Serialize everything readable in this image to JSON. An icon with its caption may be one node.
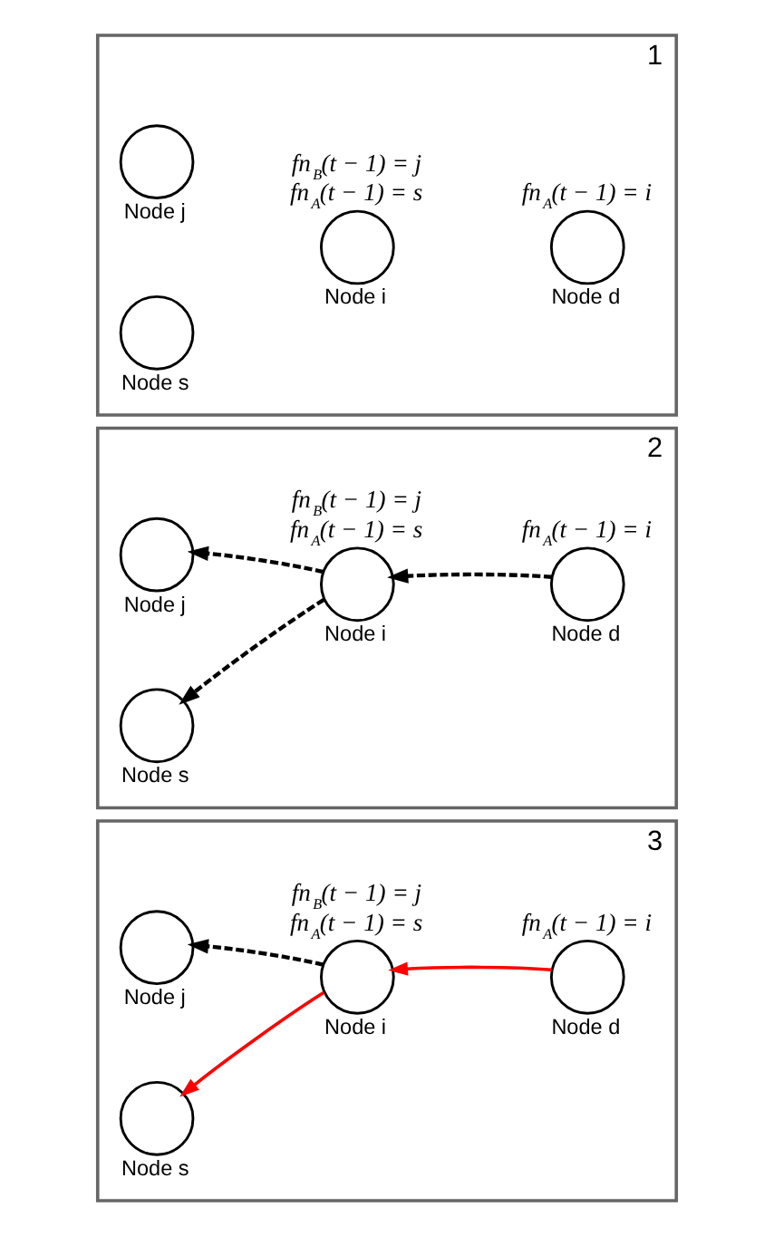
{
  "diagram": {
    "nodes": [
      {
        "text": [
          "1"
        ]
      },
      {
        "text": [
          "Node j"
        ],
        "in": 0
      },
      {
        "text": [
          "Node s"
        ],
        "in": 0
      },
      {
        "text": [
          "Node i"
        ],
        "in": 0,
        "beside": [
          "fn$_{B}$(t − 1) = j",
          "fn$_{A}$(t − 1) = s"
        ]
      },
      {
        "text": [
          "Node d"
        ],
        "in": 0,
        "beside": [
          "fn$_{A}$(t − 1) = i"
        ]
      },
      {
        "text": [
          "2"
        ]
      },
      {
        "text": [
          "Node j"
        ],
        "in": 5
      },
      {
        "text": [
          "Node s"
        ],
        "in": 5
      },
      {
        "text": [
          "Node i"
        ],
        "in": 5,
        "beside": [
          "fn$_{B}$(t − 1) = j",
          "fn$_{A}$(t − 1) = s"
        ]
      },
      {
        "text": [
          "Node d"
        ],
        "in": 5,
        "beside": [
          "fn$_{A}$(t − 1) = i"
        ]
      },
      {
        "text": [
          "3"
        ]
      },
      {
        "text": [
          "Node j"
        ],
        "in": 10
      },
      {
        "text": [
          "Node s"
        ],
        "in": 10
      },
      {
        "text": [
          "Node i"
        ],
        "in": 10,
        "beside": [
          "fn$_{B}$(t − 1) = j",
          "fn$_{A}$(t − 1) = s"
        ]
      },
      {
        "text": [
          "Node d"
        ],
        "in": 10,
        "beside": [
          "fn$_{A}$(t − 1) = i"
        ]
      }
    ],
    "edges": [
      {
        "from": 8,
        "to": 6,
        "arrow": "to",
        "style": "dashed"
      },
      {
        "from": 8,
        "to": 7,
        "arrow": "to",
        "style": "dashed"
      },
      {
        "from": 9,
        "to": 8,
        "arrow": "to",
        "style": "dashed"
      },
      {
        "from": 13,
        "to": 11,
        "arrow": "to",
        "style": "dashed"
      },
      {
        "from": 13,
        "to": 12,
        "arrow": "to",
        "color": "#ff0000"
      },
      {
        "from": 14,
        "to": 13,
        "arrow": "to",
        "color": "#ff0000"
      }
    ]
  }
}
